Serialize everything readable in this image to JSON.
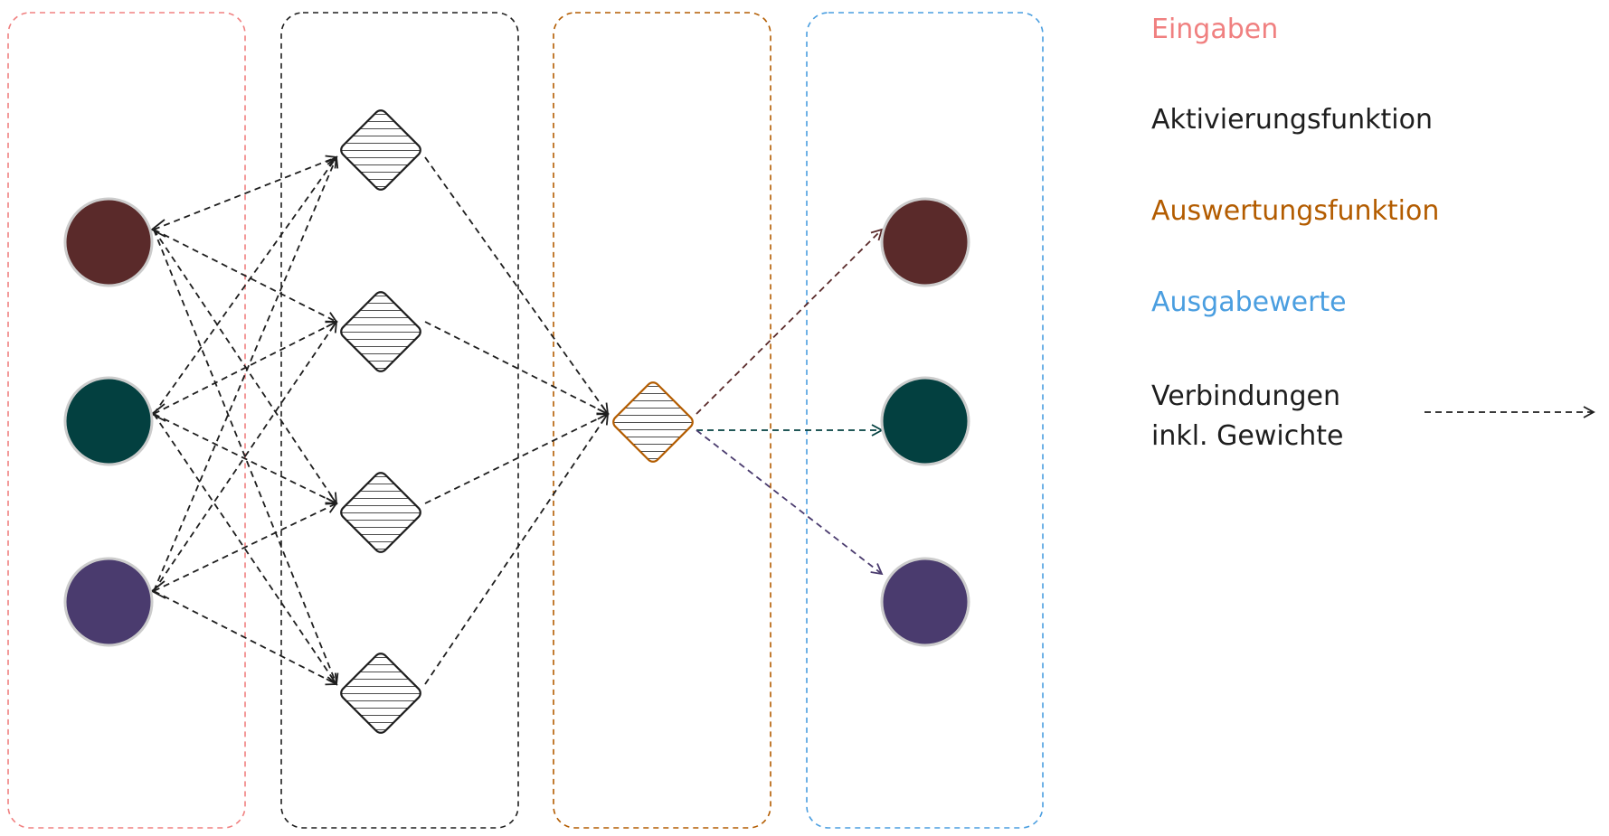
{
  "legend": {
    "inputs": {
      "label": "Eingaben",
      "color": "#f08080"
    },
    "activation": {
      "label": "Aktivierungsfunktion",
      "color": "#1e1e1e"
    },
    "evaluation": {
      "label": "Auswertungsfunktion",
      "color": "#b35c00"
    },
    "outputs": {
      "label": "Ausgabewerte",
      "color": "#4a9ee0"
    },
    "connections": {
      "line1": "Verbindungen",
      "line2": "inkl. Gewichte",
      "color": "#1e1e1e"
    }
  },
  "groups": {
    "inputs": {
      "border_color": "#f08080"
    },
    "activation": {
      "border_color": "#1e1e1e"
    },
    "evaluation": {
      "border_color": "#b35c00"
    },
    "outputs": {
      "border_color": "#4a9ee0"
    }
  },
  "nodes": {
    "input_colors": [
      "#5a2a2a",
      "#034040",
      "#4a3b6e"
    ],
    "output_colors": [
      "#5a2a2a",
      "#034040",
      "#4a3b6e"
    ],
    "activation_count": 4,
    "evaluation_color": "#b35c00"
  }
}
